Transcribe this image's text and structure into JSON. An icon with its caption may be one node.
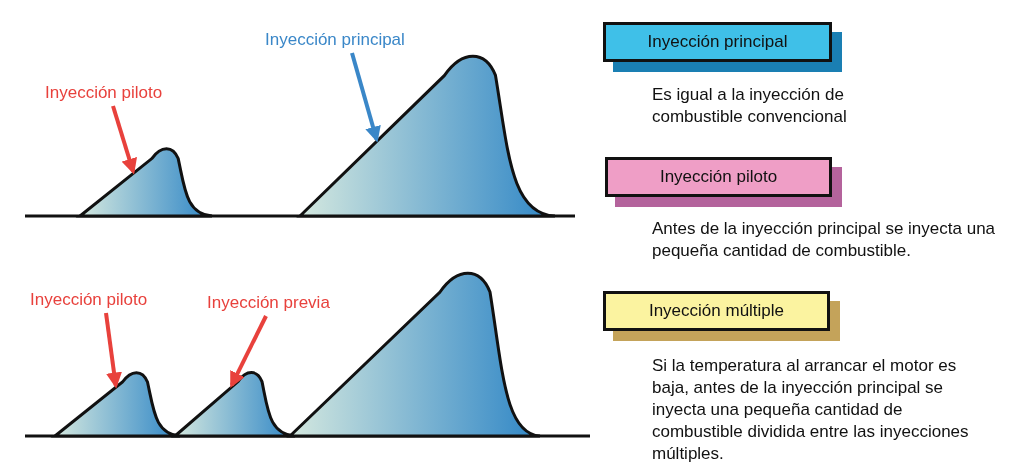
{
  "diagram": {
    "nodes": [
      {
        "text": [
          "Inyección principal"
        ]
      },
      {
        "text": [
          "Inyección piloto"
        ]
      },
      {
        "text": [],
        "shape": "picture"
      },
      {
        "text": [],
        "shape": "picture"
      },
      {
        "text": [
          "Inyección piloto"
        ]
      },
      {
        "text": [
          "Inyección previa"
        ]
      },
      {
        "text": [],
        "shape": "picture"
      },
      {
        "text": [],
        "shape": "picture"
      },
      {
        "text": [],
        "shape": "picture"
      },
      {
        "text": [
          "Inyección principal"
        ],
        "beside": [
          "Es igual a la inyección de combustible convencional"
        ]
      },
      {
        "text": [
          "Inyección piloto"
        ],
        "beside": [
          "Antes de la inyección principal se inyecta una pequeña cantidad de combustible."
        ]
      },
      {
        "text": [
          "Inyección múltiple"
        ],
        "beside": [
          "Si la temperatura al arrancar el motor es baja, antes de la inyección principal se inyecta una pequeña cantidad de combustible dividida entre las inyecciones múltiples."
        ]
      }
    ],
    "edges": [
      {
        "from": 0,
        "to": 3,
        "arrow": "to",
        "color": "#3a87c8"
      },
      {
        "from": 1,
        "to": 2,
        "arrow": "to"
      },
      {
        "from": 4,
        "to": 6,
        "arrow": "to"
      },
      {
        "from": 5,
        "to": 7,
        "arrow": "to"
      }
    ]
  }
}
